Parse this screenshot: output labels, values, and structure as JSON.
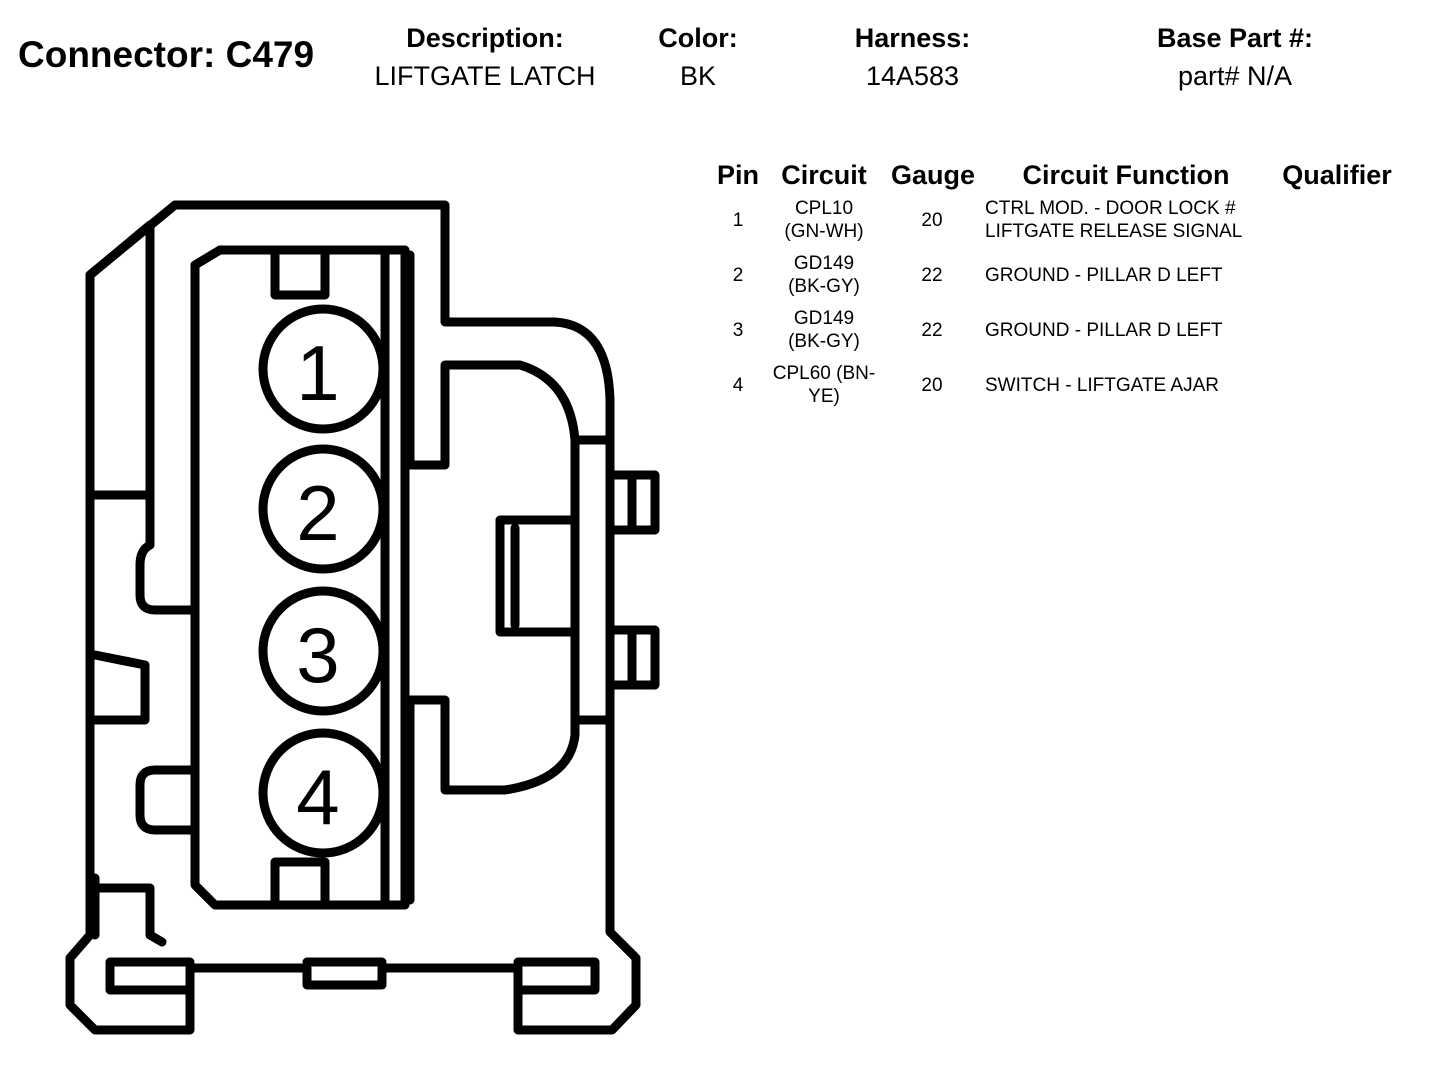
{
  "connector": {
    "title": "Connector: C479",
    "description_label": "Description:",
    "description": "LIFTGATE LATCH",
    "color_label": "Color:",
    "color": "BK",
    "harness_label": "Harness:",
    "harness": "14A583",
    "base_part_label": "Base Part #:",
    "base_part": "part# N/A"
  },
  "table": {
    "headers": {
      "pin": "Pin",
      "circuit": "Circuit",
      "gauge": "Gauge",
      "function": "Circuit Function",
      "qualifier": "Qualifier"
    },
    "rows": [
      {
        "pin": "1",
        "circuit_l1": "CPL10",
        "circuit_l2": "(GN-WH)",
        "gauge": "20",
        "function_l1": "CTRL MOD. - DOOR LOCK #",
        "function_l2": "LIFTGATE RELEASE SIGNAL",
        "qualifier": ""
      },
      {
        "pin": "2",
        "circuit_l1": "GD149",
        "circuit_l2": "(BK-GY)",
        "gauge": "22",
        "function_l1": "GROUND - PILLAR D LEFT",
        "function_l2": "",
        "qualifier": ""
      },
      {
        "pin": "3",
        "circuit_l1": "GD149",
        "circuit_l2": "(BK-GY)",
        "gauge": "22",
        "function_l1": "GROUND - PILLAR D LEFT",
        "function_l2": "",
        "qualifier": ""
      },
      {
        "pin": "4",
        "circuit_l1": "CPL60 (BN-",
        "circuit_l2": "YE)",
        "gauge": "20",
        "function_l1": "SWITCH - LIFTGATE AJAR",
        "function_l2": "",
        "qualifier": ""
      }
    ]
  },
  "diagram": {
    "pin_labels": [
      "1",
      "2",
      "3",
      "4"
    ],
    "line_color": "#000000",
    "background_color": "#ffffff"
  }
}
